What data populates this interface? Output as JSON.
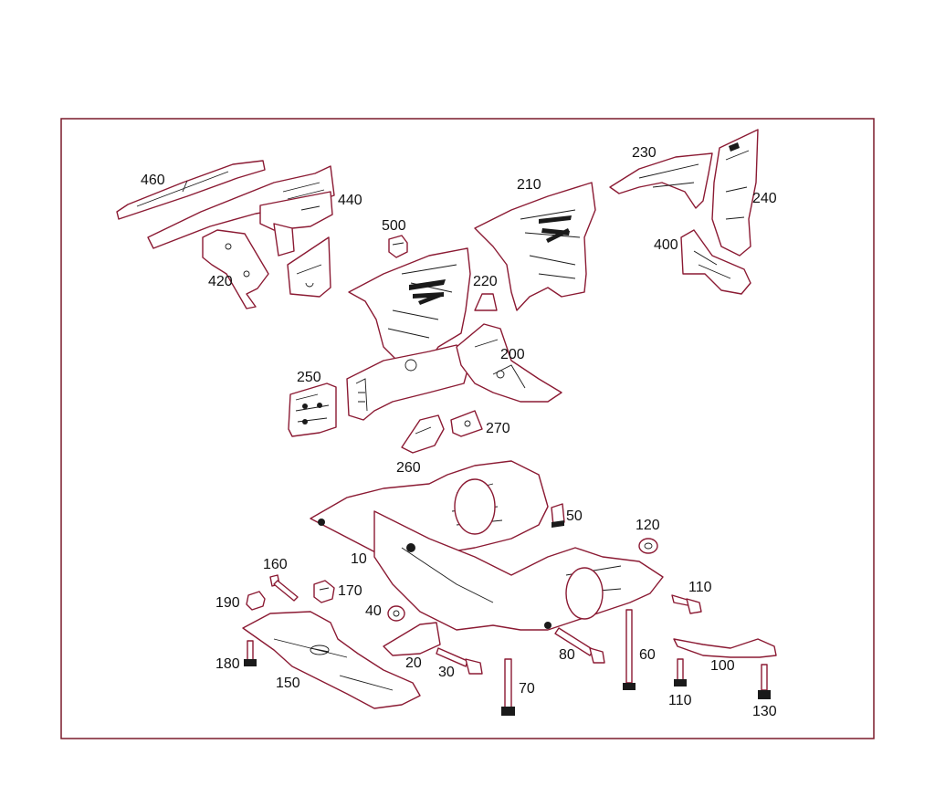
{
  "colors": {
    "frame": "#7a1a2a",
    "outline": "#8b1a33",
    "detail": "#1a1a1a",
    "background": "#ffffff"
  },
  "callouts": {
    "p10": "10",
    "p20": "20",
    "p30": "30",
    "p40": "40",
    "p50": "50",
    "p60": "60",
    "p70": "70",
    "p80": "80",
    "p100": "100",
    "p110a": "110",
    "p110b": "110",
    "p120": "120",
    "p130": "130",
    "p150": "150",
    "p160": "160",
    "p170": "170",
    "p180": "180",
    "p190": "190",
    "p200": "200",
    "p210": "210",
    "p220": "220",
    "p230": "230",
    "p240": "240",
    "p250": "250",
    "p260": "260",
    "p270": "270",
    "p400": "400",
    "p420": "420",
    "p440": "440",
    "p460": "460",
    "p500": "500"
  }
}
